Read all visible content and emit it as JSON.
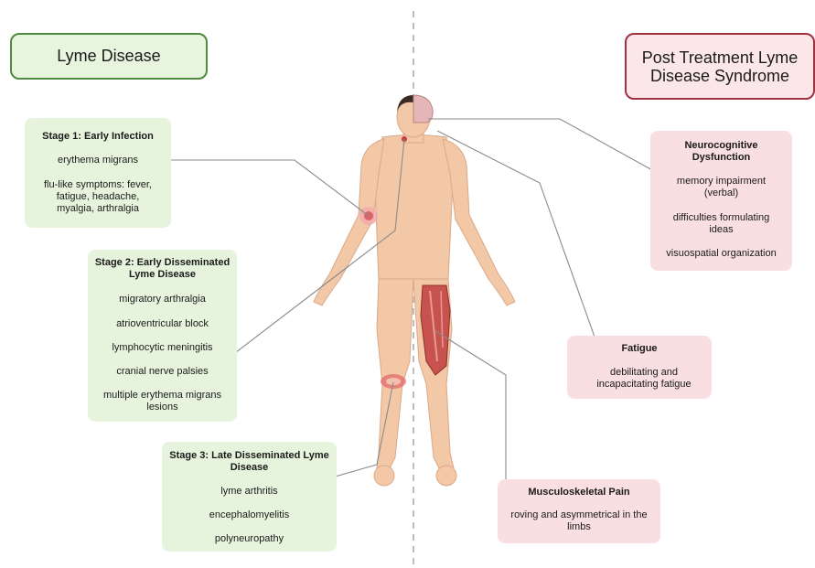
{
  "left_header": "Lyme Disease",
  "right_header": "Post Treatment Lyme Disease Syndrome",
  "stage1": {
    "title": "Stage 1: Early Infection",
    "items": [
      "erythema migrans",
      "flu-like symptoms: fever, fatigue, headache, myalgia, arthralgia"
    ]
  },
  "stage2": {
    "title": "Stage 2: Early Disseminated Lyme Disease",
    "items": [
      "migratory arthralgia",
      "atrioventricular block",
      "lymphocytic meningitis",
      "cranial nerve palsies",
      "multiple erythema migrans lesions"
    ]
  },
  "stage3": {
    "title": "Stage 3: Late Disseminated Lyme Disease",
    "items": [
      "lyme arthritis",
      "encephalomyelitis",
      "polyneuropathy"
    ]
  },
  "neuro": {
    "title": "Neurocognitive Dysfunction",
    "items": [
      "memory impairment (verbal)",
      "difficulties formulating ideas",
      "visuospatial organization"
    ]
  },
  "fatigue": {
    "title": "Fatigue",
    "items": [
      "debilitating and incapacitating fatigue"
    ]
  },
  "msk": {
    "title": "Musculoskeletal Pain",
    "items": [
      "roving and asymmetrical in the limbs"
    ]
  },
  "colors": {
    "lyme_green": "#e6f4dd",
    "lyme_border": "#4f8a43",
    "ptlds_pink": "#f9dfe2",
    "ptlds_border": "#a0313f",
    "skin": "#f2c8a6",
    "muscle": "#c8524e"
  },
  "icons": [
    "human-body-icon",
    "brain-icon",
    "rash-icon",
    "knee-inflammation-icon",
    "thigh-muscle-icon"
  ]
}
